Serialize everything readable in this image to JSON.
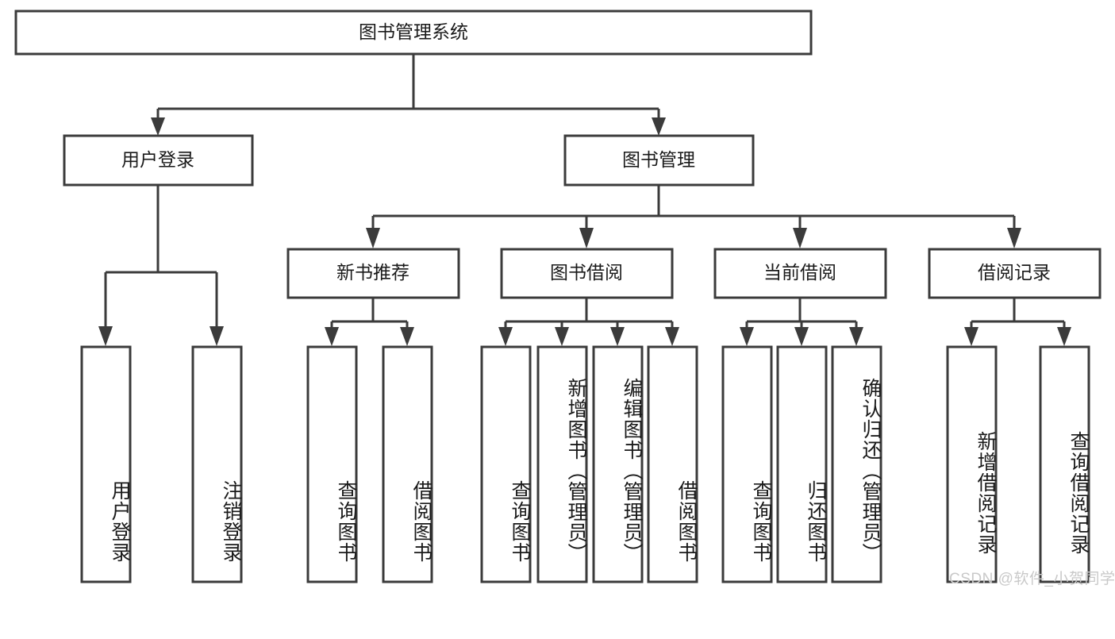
{
  "diagram": {
    "type": "tree",
    "title_node": {
      "id": "root",
      "label": "图书管理系统"
    },
    "level2": [
      {
        "id": "user-login",
        "label": "用户登录"
      },
      {
        "id": "book-management",
        "label": "图书管理"
      }
    ],
    "level3": [
      {
        "id": "new-book-recommend",
        "label": "新书推荐",
        "parent": "book-management"
      },
      {
        "id": "book-borrow",
        "label": "图书借阅",
        "parent": "book-management"
      },
      {
        "id": "current-borrow",
        "label": "当前借阅",
        "parent": "book-management"
      },
      {
        "id": "borrow-record",
        "label": "借阅记录",
        "parent": "book-management"
      }
    ],
    "leaves": [
      {
        "id": "leaf-user-login",
        "label": "用户登录",
        "parent": "user-login"
      },
      {
        "id": "leaf-logout",
        "label": "注销登录",
        "parent": "user-login"
      },
      {
        "id": "leaf-query-book-1",
        "label": "查询图书",
        "parent": "new-book-recommend"
      },
      {
        "id": "leaf-borrow-book-1",
        "label": "借阅图书",
        "parent": "new-book-recommend"
      },
      {
        "id": "leaf-query-book-2",
        "label": "查询图书",
        "parent": "book-borrow"
      },
      {
        "id": "leaf-add-book",
        "label": "新增图书（管理员）",
        "parent": "book-borrow"
      },
      {
        "id": "leaf-edit-book",
        "label": "编辑图书（管理员）",
        "parent": "book-borrow"
      },
      {
        "id": "leaf-borrow-book-2",
        "label": "借阅图书",
        "parent": "book-borrow"
      },
      {
        "id": "leaf-query-book-3",
        "label": "查询图书",
        "parent": "current-borrow"
      },
      {
        "id": "leaf-return-book",
        "label": "归还图书",
        "parent": "current-borrow"
      },
      {
        "id": "leaf-confirm-return",
        "label": "确认归还（管理员）",
        "parent": "current-borrow"
      },
      {
        "id": "leaf-add-record",
        "label": "新增借阅记录",
        "parent": "borrow-record"
      },
      {
        "id": "leaf-query-record",
        "label": "查询借阅记录",
        "parent": "borrow-record"
      }
    ]
  },
  "watermark": {
    "text": "CSDN @软件_小贺同学"
  },
  "colors": {
    "stroke": "#3b3b3b",
    "fill": "#ffffff",
    "text": "#1a1a1a",
    "watermark": "#c9c9c9",
    "background": "#ffffff"
  }
}
